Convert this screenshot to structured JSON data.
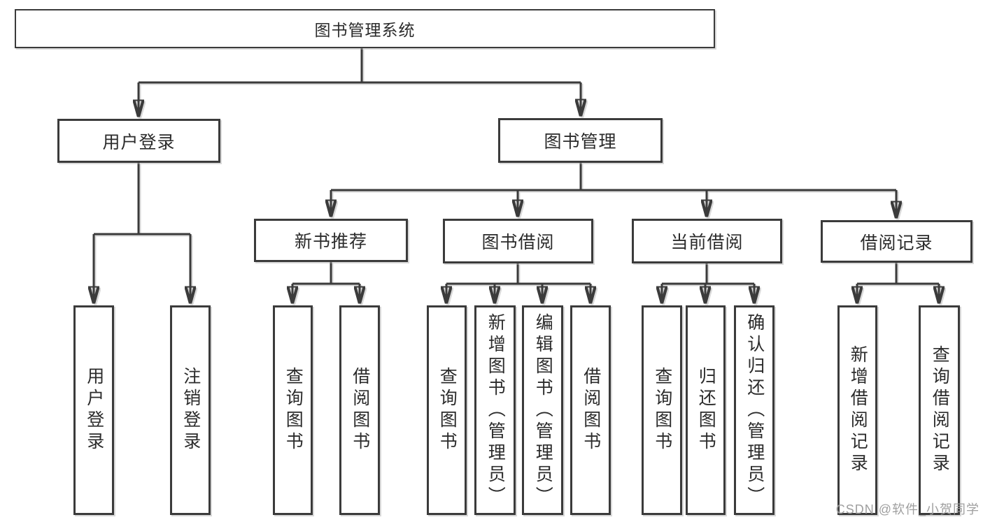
{
  "diagram": {
    "type": "tree",
    "nodes": {
      "root": "图书管理系统",
      "user_login": "用户登录",
      "book_management": "图书管理",
      "new_book_recommend": "新书推荐",
      "book_borrow": "图书借阅",
      "current_borrow": "当前借阅",
      "borrow_record": "借阅记录",
      "leaf_user_login": "用户登录",
      "leaf_logout": "注销登录",
      "leaf_query_book_recommend": "查询图书",
      "leaf_borrow_book_recommend": "借阅图书",
      "leaf_query_book_borrow": "查询图书",
      "leaf_add_book_admin": "新增图书（管理员）",
      "leaf_edit_book_admin": "编辑图书（管理员）",
      "leaf_borrow_book_borrow": "借阅图书",
      "leaf_query_book_current": "查询图书",
      "leaf_return_book": "归还图书",
      "leaf_confirm_return_admin": "确认归还（管理员）",
      "leaf_add_borrow_record": "新增借阅记录",
      "leaf_query_borrow_record": "查询借阅记录"
    },
    "edges": [
      {
        "from": "root",
        "to": [
          "user_login",
          "book_management"
        ]
      },
      {
        "from": "user_login",
        "to": [
          "leaf_user_login",
          "leaf_logout"
        ]
      },
      {
        "from": "book_management",
        "to": [
          "new_book_recommend",
          "book_borrow",
          "current_borrow",
          "borrow_record"
        ]
      },
      {
        "from": "new_book_recommend",
        "to": [
          "leaf_query_book_recommend",
          "leaf_borrow_book_recommend"
        ]
      },
      {
        "from": "book_borrow",
        "to": [
          "leaf_query_book_borrow",
          "leaf_add_book_admin",
          "leaf_edit_book_admin",
          "leaf_borrow_book_borrow"
        ]
      },
      {
        "from": "current_borrow",
        "to": [
          "leaf_query_book_current",
          "leaf_return_book",
          "leaf_confirm_return_admin"
        ]
      },
      {
        "from": "borrow_record",
        "to": [
          "leaf_add_borrow_record",
          "leaf_query_borrow_record"
        ]
      }
    ],
    "colors": {
      "line": "#3b3b3b",
      "text": "#2b2b2b",
      "box_background": "#ffffff",
      "watermark": "#9f9f9f",
      "page_background": "#ffffff"
    }
  },
  "watermark": "CSDN @软件_小贺同学"
}
